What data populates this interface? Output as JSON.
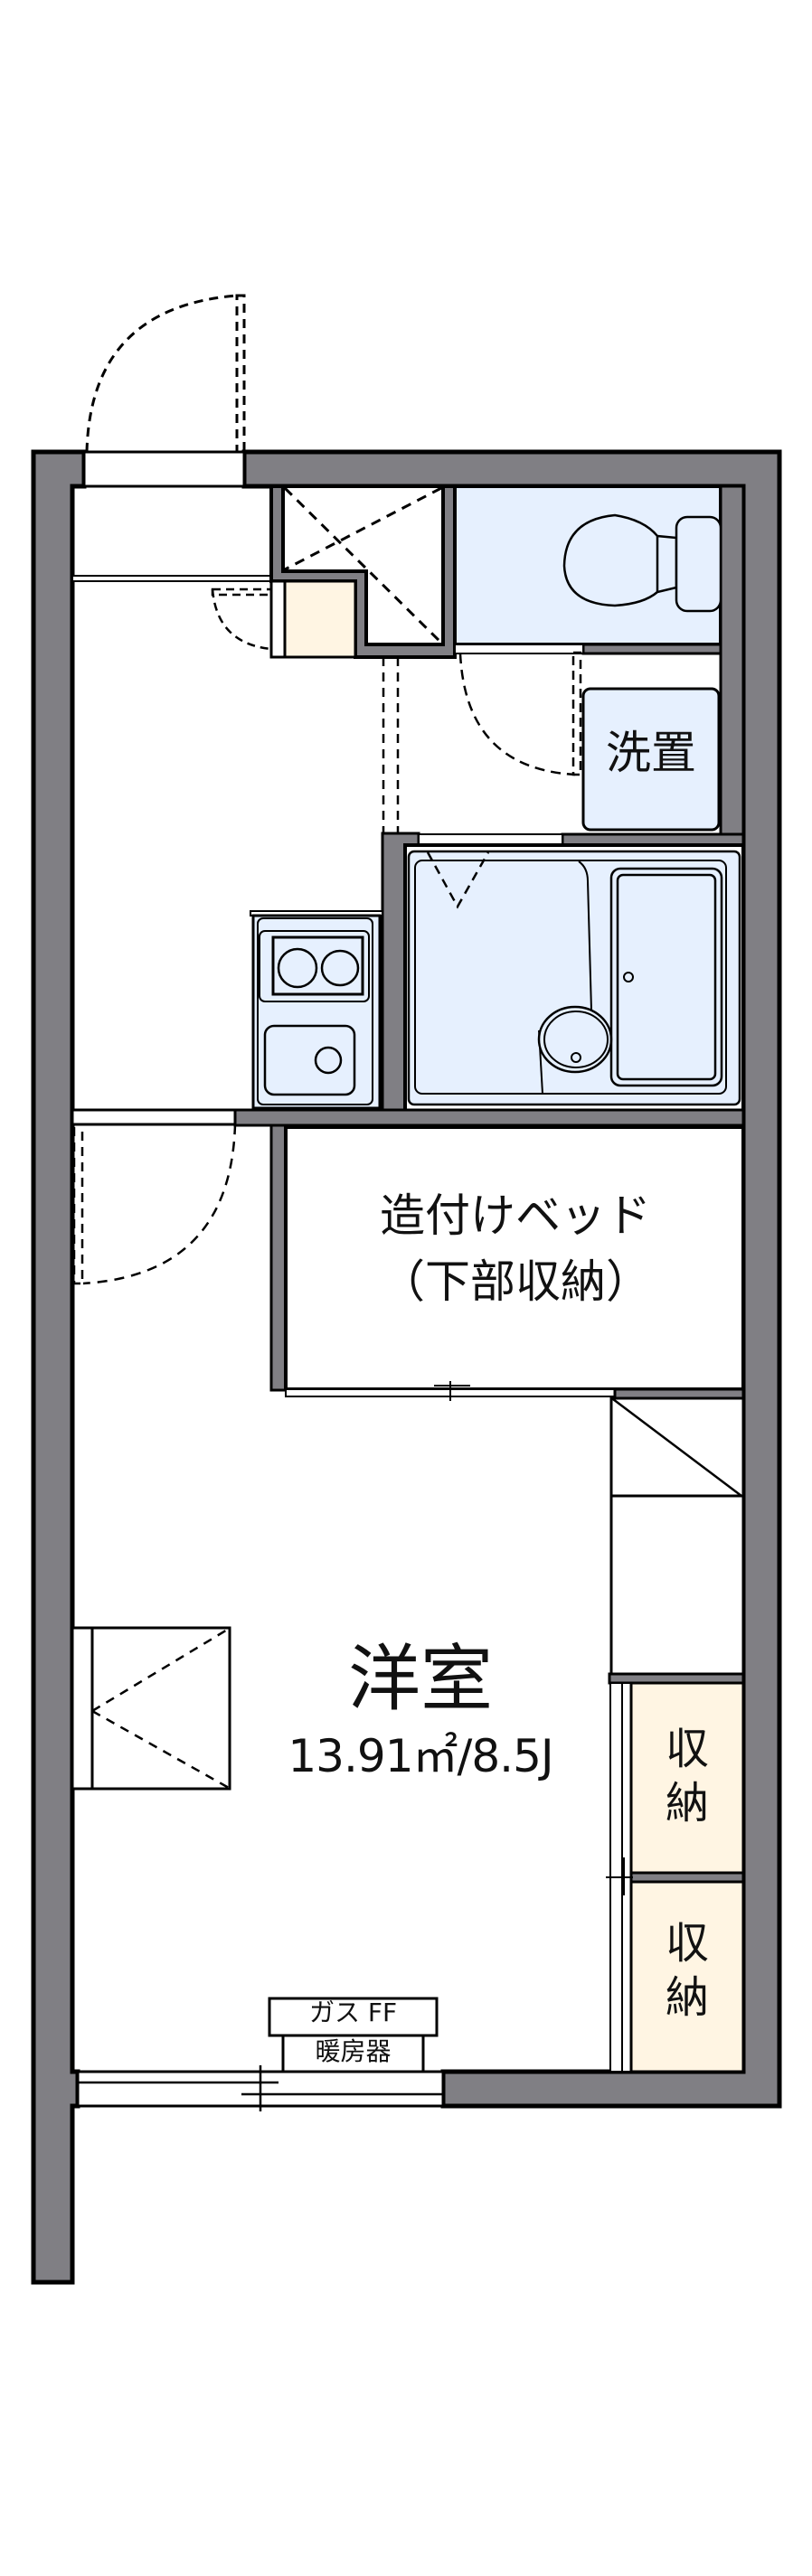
{
  "colors": {
    "wall": "#807F84",
    "wet_area": "#E6F0FE",
    "storage": "#FFF5E3",
    "line": "#000000",
    "background": "#FFFFFF"
  },
  "rooms": {
    "western_room": {
      "label": "洋室",
      "area_sqm": "13.91",
      "area_unit": "m²",
      "jo": "8.5J",
      "area_text": "13.91㎡/8.5J"
    },
    "built_in_bed": {
      "line1": "造付けベッド",
      "line2": "（下部収納）"
    },
    "washer_space": {
      "label": "洗置"
    },
    "storage_1": {
      "label": "収納"
    },
    "storage_2": {
      "label": "収納"
    },
    "heater": {
      "line1": "ガス FF",
      "line2": "暖房器"
    }
  },
  "fixtures": [
    {
      "name": "toilet",
      "icon": "toilet-icon"
    },
    {
      "name": "unit-bath",
      "icon": "bathtub-icon"
    },
    {
      "name": "kitchen",
      "icon": "stove-sink-icon"
    },
    {
      "name": "pipe-shaft",
      "icon": "x-box-icon"
    },
    {
      "name": "shoe-box",
      "icon": "storage-box-icon"
    },
    {
      "name": "stairs-step",
      "icon": "step-icon"
    },
    {
      "name": "loft-ladder",
      "icon": "ladder-icon"
    }
  ]
}
